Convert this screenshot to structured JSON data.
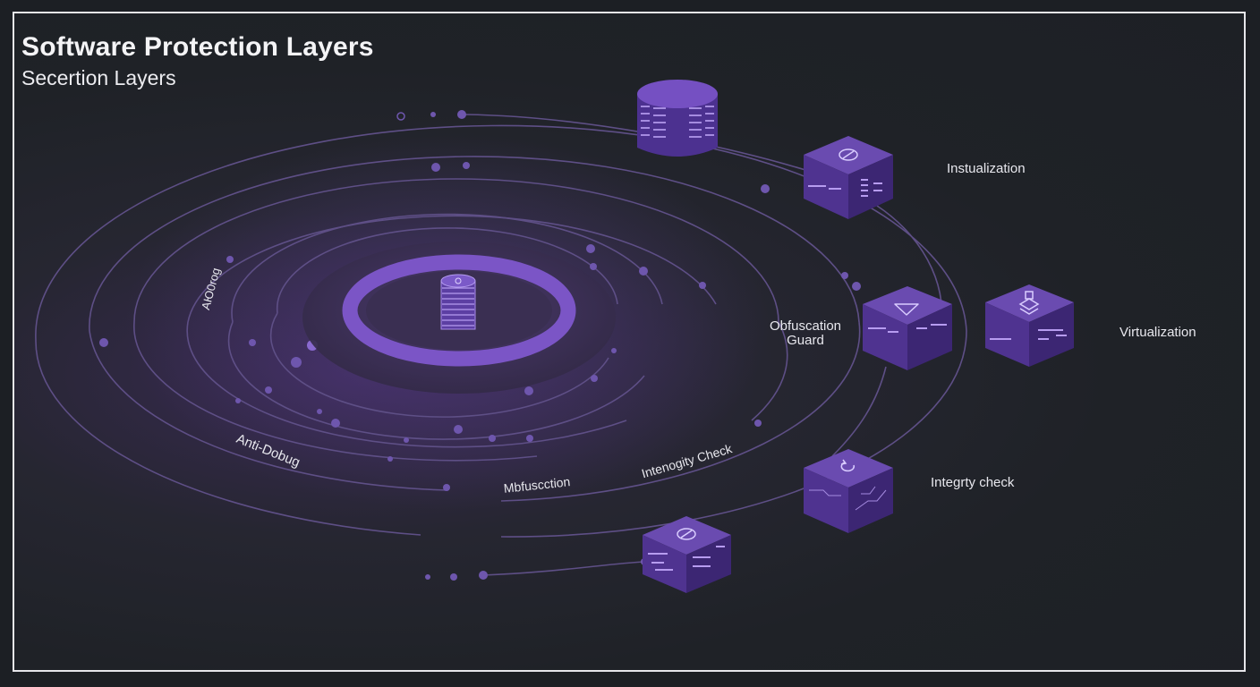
{
  "header": {
    "title": "Software Protection Layers",
    "subtitle": "Secertion Layers"
  },
  "labels": {
    "instualization": "Instualization",
    "virtualization": "Virtualization",
    "obfuscation_guard_1": "Obfuscation",
    "obfuscation_guard_2": "Guard",
    "integrity_check": "Integrty check",
    "abdog": "AЮ0rog",
    "anti_debug": "Anti-Dobug",
    "mbfuscction": "Mbfuscction",
    "intenogity_check": "Intenogity Check"
  },
  "colors": {
    "accent": "#7b55c6",
    "cube_top": "#6a4bb0",
    "cube_left": "#4f3390",
    "cube_right": "#3c2673",
    "ring": "#6c55a8",
    "background": "#1d2025"
  },
  "icons": {
    "core": "server-stack-icon",
    "database": "database-icon",
    "cube_1": "target-icon",
    "cube_2": "shield-icon",
    "cube_3": "stack-icon",
    "cube_4": "refresh-icon",
    "cube_5": "target-icon"
  }
}
